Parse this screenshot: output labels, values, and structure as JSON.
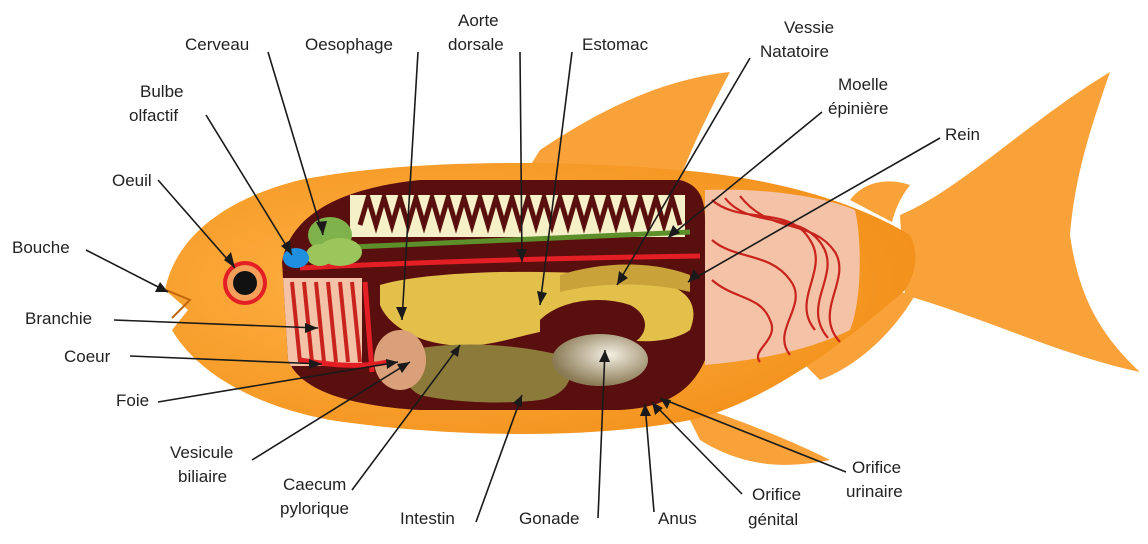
{
  "colors": {
    "body_orange": "#f7941d",
    "fin_orange": "#f9a23a",
    "dark_cavity": "#5a0f0f",
    "red_vessel": "#e31e24",
    "liver_yellow": "#e8c84a",
    "intestine_olive": "#8c7a3a",
    "brain_green": "#7fb24a",
    "spine_cream": "#f5f0c8",
    "muscle_pink": "#f3c2a7",
    "eye_red": "#e31e24"
  },
  "labels": {
    "cerveau": "Cerveau",
    "oesophage": "Oesophage",
    "aorte_1": "Aorte",
    "aorte_2": "dorsale",
    "estomac": "Estomac",
    "vessie_1": "Vessie",
    "vessie_2": "Natatoire",
    "moelle_1": "Moelle",
    "moelle_2": "épinière",
    "rein": "Rein",
    "bulbe_1": "Bulbe",
    "bulbe_2": "olfactif",
    "oeuil": "Oeuil",
    "bouche": "Bouche",
    "branchie": "Branchie",
    "coeur": "Coeur",
    "foie": "Foie",
    "vesicule_1": "Vesicule",
    "vesicule_2": "biliaire",
    "caecum_1": "Caecum",
    "caecum_2": "pylorique",
    "intestin": "Intestin",
    "gonade": "Gonade",
    "anus": "Anus",
    "genital_1": "Orifice",
    "genital_2": "génital",
    "urinaire_1": "Orifice",
    "urinaire_2": "urinaire"
  }
}
